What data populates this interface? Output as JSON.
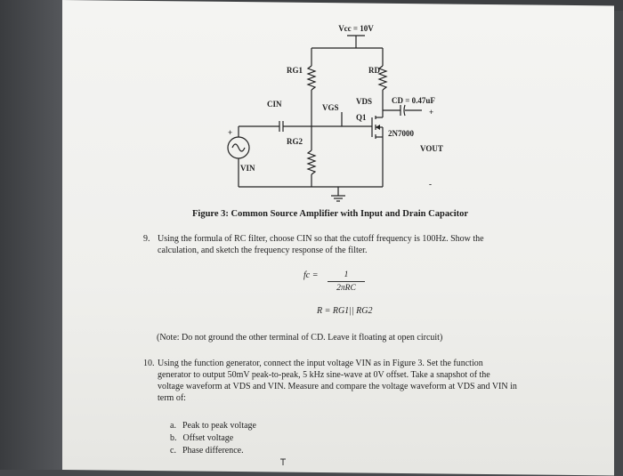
{
  "circuit": {
    "vcc_label": "Vcc = 10V",
    "rg1_label": "RG1",
    "rd_label": "RD",
    "vds_label": "VDS",
    "cd_label": "CD = 0.47uF",
    "cin_label": "CIN",
    "vgs_label": "VGS",
    "q1_label": "Q1",
    "plus_cd": "+",
    "part_label": "2N7000",
    "rg2_label": "RG2",
    "vout_label": "VOUT",
    "vin_label": "VIN",
    "source_plus": "+",
    "minus": "-"
  },
  "caption": "Figure 3: Common Source Amplifier with Input and Drain Capacitor",
  "q9": {
    "number": "9.",
    "text": "Using the formula of RC filter, choose CIN so that the cutoff frequency is 100Hz. Show the calculation, and sketch the frequency response of the filter."
  },
  "formula": {
    "lhs": "fc =",
    "numerator": "1",
    "denominator": "2πRC",
    "r_formula": "R = RG1|| RG2"
  },
  "note": "(Note: Do not ground the other terminal of CD. Leave it floating at open circuit)",
  "q10": {
    "number": "10.",
    "text": "Using the function generator, connect the input voltage VIN as in Figure 3. Set the function generator to output 50mV peak-to-peak, 5 kHz sine-wave at 0V offset. Take a snapshot of the voltage waveform at VDS and VIN. Measure and compare the voltage waveform at VDS and VIN in term of:"
  },
  "list": [
    {
      "marker": "a.",
      "text": "Peak to peak voltage"
    },
    {
      "marker": "b.",
      "text": "Offset voltage"
    },
    {
      "marker": "c.",
      "text": "Phase difference."
    }
  ]
}
